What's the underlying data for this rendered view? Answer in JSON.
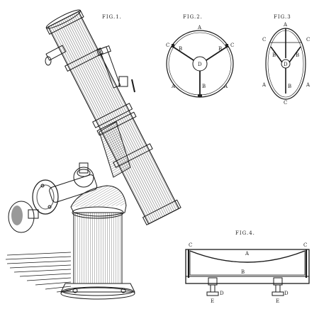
{
  "figures": {
    "fig1": {
      "title": "FIG.1."
    },
    "fig2": {
      "title": "FIG.2.",
      "labels": {
        "top": "A",
        "center": "D",
        "upper_left_c": "C",
        "upper_left_b": "B",
        "upper_right_b": "B",
        "upper_right_c": "C",
        "lower_left": "A",
        "lower_b": "B",
        "lower_right": "A"
      }
    },
    "fig3": {
      "title": "FIG.3",
      "labels": {
        "top": "A",
        "left_c": "C",
        "right_c": "C",
        "center": "D",
        "left_b": "B",
        "right_b": "B",
        "left_a": "A",
        "right_a": "A",
        "lower_b": "B",
        "bottom_c": "C"
      }
    },
    "fig4": {
      "title": "FIG.4.",
      "labels": {
        "left_c": "C",
        "top_a": "A",
        "right_c": "C",
        "bottom_b": "B",
        "left_d": "D",
        "right_d": "D",
        "left_e": "E",
        "right_e": "E"
      }
    }
  },
  "colors": {
    "ink": "#1a1a1a",
    "paper": "#ffffff"
  }
}
